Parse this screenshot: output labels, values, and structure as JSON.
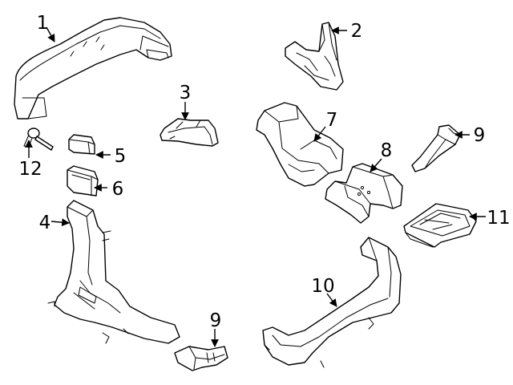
{
  "callouts": {
    "c1": "1",
    "c2": "2",
    "c3": "3",
    "c4": "4",
    "c5": "5",
    "c6": "6",
    "c7": "7",
    "c8": "8",
    "c9a": "9",
    "c9b": "9",
    "c10": "10",
    "c11": "11",
    "c12": "12"
  },
  "colors": {
    "line": "#000000",
    "background": "#ffffff"
  }
}
